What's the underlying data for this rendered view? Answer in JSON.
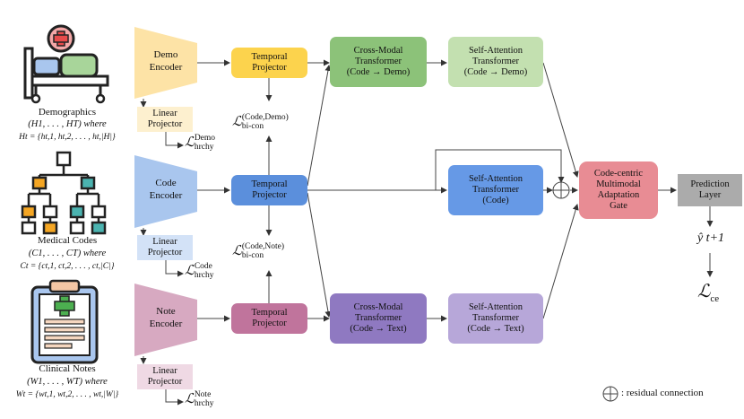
{
  "inputs": {
    "demographics": {
      "title": "Demographics",
      "seq": "(H1, . . . , HT) where",
      "set": "Ht = {ht,1, ht,2, . . . , ht,|H|}"
    },
    "codes": {
      "title": "Medical Codes",
      "seq": "(C1, . . . , CT) where",
      "set": "Ct = {ct,1, ct,2, . . . , ct,|C|}"
    },
    "notes": {
      "title": "Clinical Notes",
      "seq": "(W1, . . . , WT) where",
      "set": "Wt = {wt,1, wt,2, . . . , wt,|W|}"
    }
  },
  "encoders": {
    "demo": "Demo\nEncoder",
    "code": "Code\nEncoder",
    "note": "Note\nEncoder"
  },
  "linear_projector": "Linear\nProjector",
  "temporal_projector": "Temporal\nProjector",
  "cross_modal_demo": "Cross-Modal\nTransformer\n(Code → Demo)",
  "cross_modal_text": "Cross-Modal\nTransformer\n(Code → Text)",
  "self_attn_demo": "Self-Attention\nTransformer\n(Code → Demo)",
  "self_attn_code": "Self-Attention\nTransformer\n(Code)",
  "self_attn_text": "Self-Attention\nTransformer\n(Code → Text)",
  "gate": "Code-centric\nMultimodal\nAdaptation\nGate",
  "prediction": "Prediction\nLayer",
  "losses": {
    "L": "ℒ",
    "demo_hrchy_sup": "Demo",
    "code_hrchy_sup": "Code",
    "note_hrchy_sup": "Note",
    "hrchy_sub": "hrchy",
    "bicon_sub": "bi-con",
    "bicon_demo_sup": "(Code,Demo)",
    "bicon_note_sup": "(Code,Note)",
    "ce_sub": "ce"
  },
  "output_label": "ŷ t+1",
  "legend": ": residual connection",
  "colors": {
    "demo_encoder": "#fde3a6",
    "code_encoder": "#a9c6ee",
    "note_encoder": "#d7a9c1",
    "demo_linear": "#fdf0cf",
    "code_linear": "#d3e2f7",
    "note_linear": "#efd9e4",
    "temporal_demo": "#fcd34d",
    "temporal_code": "#5b8fdc",
    "temporal_note": "#c0749c",
    "cross_demo": "#8cc279",
    "self_demo": "#c3e0b0",
    "self_code": "#6699e6",
    "cross_text": "#8f79c1",
    "self_text": "#b7a7d9",
    "gate": "#e88c94",
    "prediction": "#ababab"
  }
}
